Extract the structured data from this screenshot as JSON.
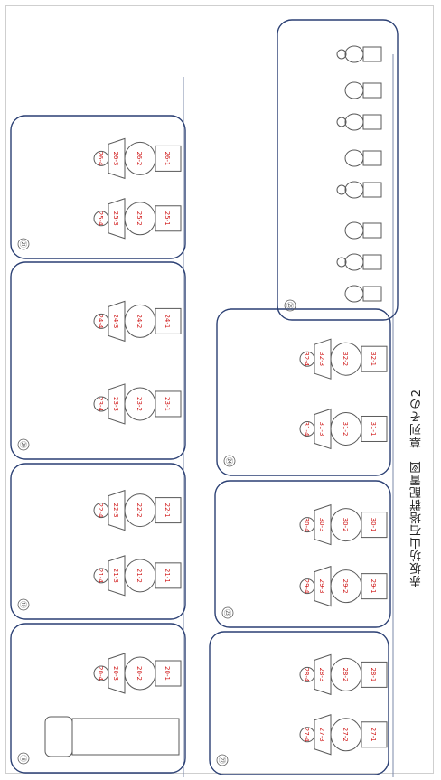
{
  "figure": {
    "title": "赤坂坊山石塔群配置図　墓列その2",
    "colors": {
      "frame": "#2a3f73",
      "drawing": "#5a5a5a",
      "labels": "#d01818",
      "baseline": "#7b88a8"
    },
    "groups": [
      {
        "number": "⑱",
        "labels": [
          "20-1",
          "20-2",
          "20-3",
          "20-4"
        ]
      },
      {
        "number": "⑲",
        "labels": [
          "21-1",
          "21-2",
          "21-3",
          "21-4",
          "22-1",
          "22-2",
          "22-3",
          "22-4"
        ]
      },
      {
        "number": "⑳",
        "labels": [
          "23-1",
          "23-2",
          "23-3",
          "23-4",
          "24-1",
          "24-2",
          "24-3",
          "24-4"
        ]
      },
      {
        "number": "㉑",
        "labels": [
          "25-1",
          "25-2",
          "25-3",
          "25-4",
          "26-1",
          "26-2",
          "26-3",
          "26-4"
        ]
      },
      {
        "number": "㉒",
        "labels": [
          "27-1",
          "27-2",
          "27-3",
          "27-4",
          "28-1",
          "28-2",
          "28-3",
          "28-4"
        ]
      },
      {
        "number": "㉓",
        "labels": [
          "29-1",
          "29-2",
          "29-3",
          "29-4",
          "30-1",
          "30-2",
          "30-3",
          "30-4"
        ]
      },
      {
        "number": "㉔",
        "labels": [
          "31-1",
          "31-2",
          "31-3",
          "31-4",
          "32-1",
          "32-2",
          "32-3",
          "32-4"
        ]
      },
      {
        "number": "㉕",
        "labels": []
      }
    ]
  }
}
